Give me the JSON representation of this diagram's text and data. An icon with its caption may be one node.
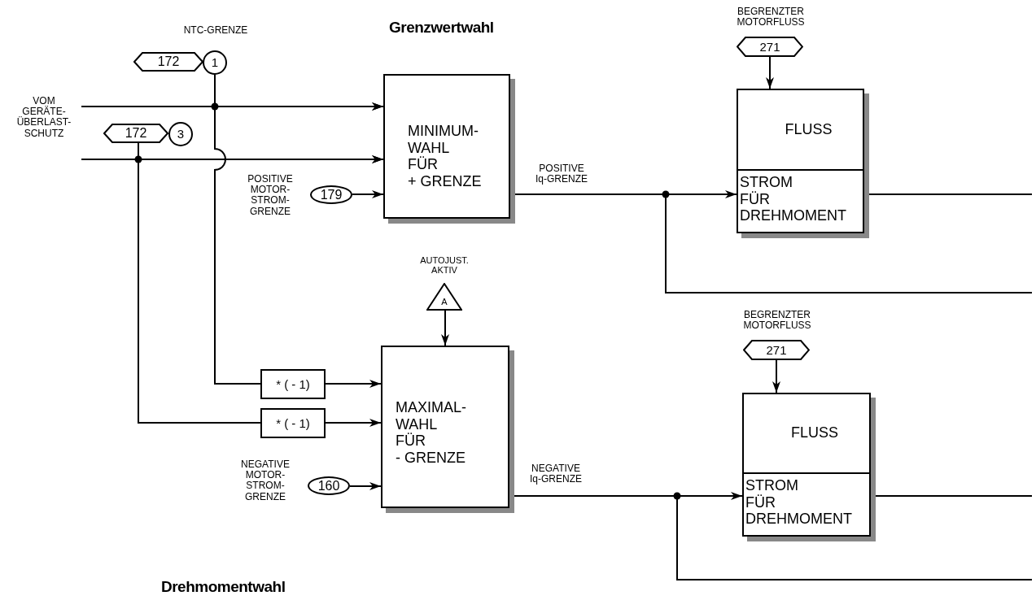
{
  "diagram": {
    "title": "Grenzwertwahl",
    "nodes": [
      {
        "text": [
          "172"
        ]
      },
      {
        "text": [
          "1"
        ],
        "beside": [
          "NTC-GRENZE"
        ]
      },
      {
        "text": [
          "172"
        ]
      },
      {
        "text": [
          "3"
        ]
      },
      {
        "text": [
          "179"
        ],
        "beside": [
          "POSITIVE MOTOR- STROM- GRENZE"
        ]
      },
      {
        "text": [
          "MINIMUM- WAHL FÜR + GRENZE"
        ]
      },
      {
        "text": [
          "A"
        ],
        "beside": [
          "AUTOJUST. AKTIV"
        ]
      },
      {
        "text": [
          "* ( - 1)"
        ]
      },
      {
        "text": [
          "* ( - 1)"
        ]
      },
      {
        "text": [
          "160"
        ],
        "beside": [
          "NEGATIVE MOTOR- STROM- GRENZE"
        ]
      },
      {
        "text": [
          "MAXIMAL- WAHL FÜR - GRENZE"
        ]
      },
      {
        "text": [
          "271"
        ],
        "beside": [
          "BEGRENZTER MOTORFLUSS"
        ]
      },
      {
        "text": [
          "FLUSS",
          "STROM FÜR DREHMOMENT"
        ]
      },
      {
        "text": [
          "271"
        ],
        "beside": [
          "BEGRENZTER MOTORFLUSS"
        ]
      },
      {
        "text": [
          "FLUSS",
          "STROM FÜR DREHMOMENT"
        ]
      }
    ],
    "edges": [
      {
        "from": null,
        "to": 5,
        "arrow": "to"
      },
      {
        "from": 1,
        "to": 5,
        "arrow": "to"
      },
      {
        "from": 1,
        "to": 7,
        "arrow": "none"
      },
      {
        "from": null,
        "to": 5,
        "arrow": "to"
      },
      {
        "from": 2,
        "to": 5,
        "arrow": "to"
      },
      {
        "from": 2,
        "to": 8,
        "arrow": "none"
      },
      {
        "from": 4,
        "to": 5,
        "arrow": "to"
      },
      {
        "from": 7,
        "to": 10,
        "arrow": "to"
      },
      {
        "from": 8,
        "to": 10,
        "arrow": "to"
      },
      {
        "from": 6,
        "to": 10,
        "arrow": "to"
      },
      {
        "from": 9,
        "to": 10,
        "arrow": "to"
      },
      {
        "from": 5,
        "to": 12,
        "arrow": "to",
        "label": "POSITIVE Iq-GRENZE"
      },
      {
        "from": 5,
        "to": null,
        "arrow": "none"
      },
      {
        "from": 12,
        "to": null,
        "arrow": "none"
      },
      {
        "from": 11,
        "to": 12,
        "arrow": "to"
      },
      {
        "from": 10,
        "to": 14,
        "arrow": "to",
        "label": "NEGATIVE Iq-GRENZE"
      },
      {
        "from": 10,
        "to": null,
        "arrow": "none"
      },
      {
        "from": 14,
        "to": null,
        "arrow": "none"
      },
      {
        "from": 13,
        "to": 14,
        "arrow": "to"
      }
    ],
    "labels": [
      "VOM GERÄTE- ÜBERLAST- SCHUTZ",
      "Drehmomentwahl"
    ]
  }
}
